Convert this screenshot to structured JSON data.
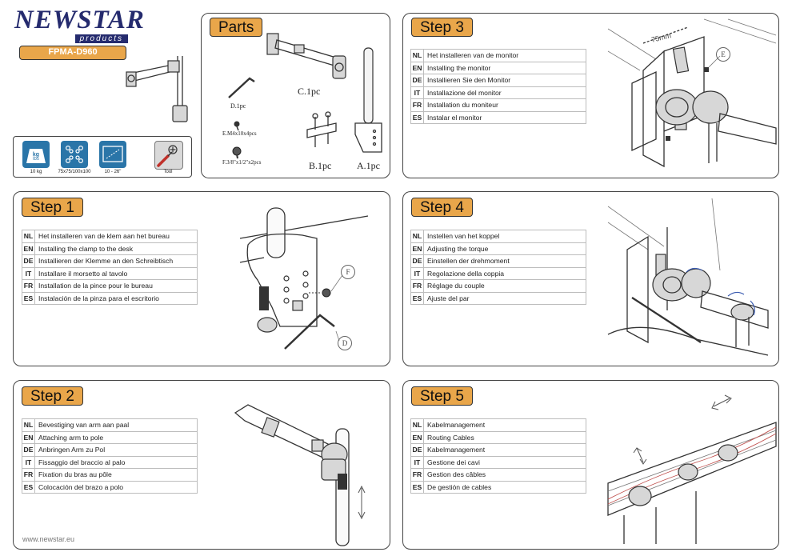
{
  "brand": {
    "name": "NEWSTAR",
    "sub": "products",
    "model": "FPMA-D960",
    "website": "www.newstar.eu"
  },
  "specs": [
    {
      "icon": "weight-icon",
      "label": "10 kg",
      "glyph_top": "kg",
      "glyph_bottom": "lbs"
    },
    {
      "icon": "vesa-pattern-icon",
      "label": "75x75/100x100"
    },
    {
      "icon": "screen-size-icon",
      "label": "10 - 26\""
    },
    {
      "icon": "screwdriver-icon",
      "label": "Tool"
    }
  ],
  "parts": {
    "title": "Parts",
    "items": {
      "A": "A.1pc",
      "B": "B.1pc",
      "C": "C.1pc",
      "D": "D.1pc",
      "E": "E.M4x10x4pcs",
      "F": "F.3/8\"x1/2\"x2pcs"
    }
  },
  "steps": {
    "step1": {
      "title": "Step 1",
      "callouts": [
        "F",
        "D"
      ],
      "rows": [
        {
          "code": "NL",
          "text": "Het installeren van de klem aan het bureau"
        },
        {
          "code": "EN",
          "text": "Installing the clamp to the desk"
        },
        {
          "code": "DE",
          "text": "Installieren der Klemme an den Schreibtisch"
        },
        {
          "code": "IT",
          "text": "Installare il morsetto al tavolo"
        },
        {
          "code": "FR",
          "text": "Installation de la pince pour le bureau"
        },
        {
          "code": "ES",
          "text": "Instalación de la pinza para el escritorio"
        }
      ]
    },
    "step2": {
      "title": "Step 2",
      "rows": [
        {
          "code": "NL",
          "text": "Bevestiging van arm aan paal"
        },
        {
          "code": "EN",
          "text": "Attaching arm to pole"
        },
        {
          "code": "DE",
          "text": "Anbringen Arm zu Pol"
        },
        {
          "code": "IT",
          "text": "Fissaggio del braccio al palo"
        },
        {
          "code": "FR",
          "text": "Fixation du bras au pôle"
        },
        {
          "code": "ES",
          "text": "Colocación del brazo a polo"
        }
      ]
    },
    "step3": {
      "title": "Step 3",
      "dimension": "75mm",
      "callout": "E",
      "rows": [
        {
          "code": "NL",
          "text": "Het installeren van de monitor"
        },
        {
          "code": "EN",
          "text": "Installing the monitor"
        },
        {
          "code": "DE",
          "text": "Installieren Sie den Monitor"
        },
        {
          "code": "IT",
          "text": "Installazione del monitor"
        },
        {
          "code": "FR",
          "text": "Installation du moniteur"
        },
        {
          "code": "ES",
          "text": "Instalar el monitor"
        }
      ]
    },
    "step4": {
      "title": "Step 4",
      "rows": [
        {
          "code": "NL",
          "text": "Instellen van het koppel"
        },
        {
          "code": "EN",
          "text": "Adjusting the torque"
        },
        {
          "code": "DE",
          "text": "Einstellen der drehmoment"
        },
        {
          "code": "IT",
          "text": "Regolazione della coppia"
        },
        {
          "code": "FR",
          "text": "Réglage du couple"
        },
        {
          "code": "ES",
          "text": "Ajuste del par"
        }
      ]
    },
    "step5": {
      "title": "Step 5",
      "rows": [
        {
          "code": "NL",
          "text": "Kabelmanagement"
        },
        {
          "code": "EN",
          "text": "Routing Cables"
        },
        {
          "code": "DE",
          "text": "Kabelmanagement"
        },
        {
          "code": "IT",
          "text": "Gestione dei cavi"
        },
        {
          "code": "FR",
          "text": "Gestion des câbles"
        },
        {
          "code": "ES",
          "text": "De gestión de cables"
        }
      ]
    }
  },
  "colors": {
    "accent": "#e9a64a",
    "brand": "#252b6e",
    "icon_blue": "#2a75a8",
    "border": "#444444"
  }
}
